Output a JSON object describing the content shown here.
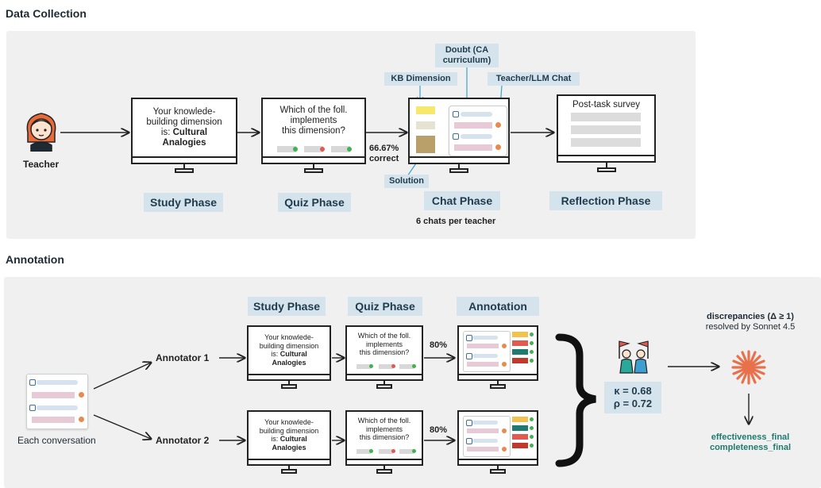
{
  "sections": {
    "data_collection": "Data Collection",
    "annotation": "Annotation"
  },
  "data_collection": {
    "teacher_label": "Teacher",
    "study_text_1": "Your knowlede-",
    "study_text_2": "building dimension",
    "study_text_3": "is:",
    "study_text_bold": "Cultural",
    "study_text_bold2": "Analogies",
    "quiz_text_1": "Which of the foll.",
    "quiz_text_2": "implements",
    "quiz_text_3": "this dimension?",
    "quiz_score_1": "66.67%",
    "quiz_score_2": "correct",
    "callout_kb": "KB Dimension",
    "callout_doubt_1": "Doubt (CA",
    "callout_doubt_2": "curriculum)",
    "callout_chat": "Teacher/LLM Chat",
    "callout_solution": "Solution",
    "reflection_text": "Post-task survey",
    "phase_study": "Study Phase",
    "phase_quiz": "Quiz Phase",
    "phase_chat": "Chat Phase",
    "phase_reflection": "Reflection Phase",
    "chats_note": "6 chats per teacher"
  },
  "annotation": {
    "conversation_label": "Each conversation",
    "annotator_1": "Annotator 1",
    "annotator_2": "Annotator 2",
    "col_study": "Study Phase",
    "col_quiz": "Quiz Phase",
    "col_annotation": "Annotation",
    "study_text_1": "Your knowlede-",
    "study_text_2": "building dimension",
    "study_text_3": "is:",
    "study_text_bold": "Cultural",
    "study_text_bold2": "Analogies",
    "quiz_text_1": "Which of the foll.",
    "quiz_text_2": "implements",
    "quiz_text_3": "this dimension?",
    "score_1": "80%",
    "score_2": "80%",
    "kappa": "κ = 0.68",
    "rho": "ρ = 0.72",
    "discrepancies_bold": "discrepancies (Δ ≥ 1)",
    "discrepancies_rest": "resolved by Sonnet 4.5",
    "effectiveness": "effectiveness_final",
    "completeness": "completeness_final"
  },
  "colors": {
    "callout_bg": "#d5e4ec",
    "teal": "#1f7a70",
    "yellow": "#f5e86a",
    "solution_brown": "#b9a06a",
    "green": "#3fb34f",
    "red": "#e05a4f",
    "sonnet_orange": "#e8714c"
  }
}
